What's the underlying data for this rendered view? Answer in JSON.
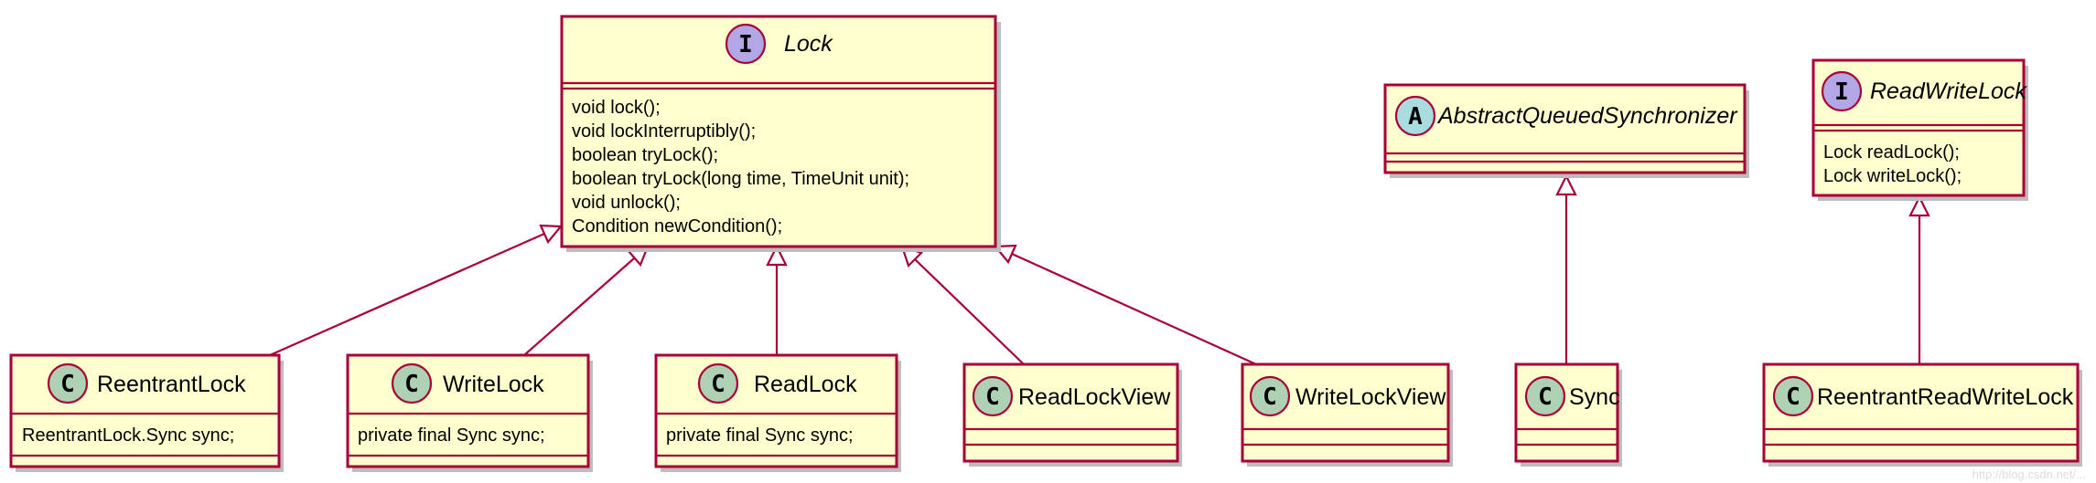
{
  "diagram": {
    "colors": {
      "box_fill": "#fefece",
      "border": "#a80036",
      "interface_badge": "#b4a7e5",
      "abstract_badge": "#a9dcdf",
      "class_badge": "#add1b2"
    },
    "lock": {
      "badge": "I",
      "name": "Lock",
      "methods": [
        "void lock();",
        "void lockInterruptibly();",
        "boolean tryLock();",
        "boolean tryLock(long time, TimeUnit unit);",
        "void unlock();",
        "Condition newCondition();"
      ]
    },
    "aqs": {
      "badge": "A",
      "name": "AbstractQueuedSynchronizer"
    },
    "rwl": {
      "badge": "I",
      "name": "ReadWriteLock",
      "methods": [
        "Lock readLock();",
        "Lock writeLock();"
      ]
    },
    "reentrant": {
      "badge": "C",
      "name": "ReentrantLock",
      "fields": [
        "ReentrantLock.Sync sync;"
      ]
    },
    "write_lock": {
      "badge": "C",
      "name": "WriteLock",
      "fields": [
        "private final Sync sync;"
      ]
    },
    "read_lock": {
      "badge": "C",
      "name": "ReadLock",
      "fields": [
        "private final Sync sync;"
      ]
    },
    "read_lock_view": {
      "badge": "C",
      "name": "ReadLockView"
    },
    "write_lock_view": {
      "badge": "C",
      "name": "WriteLockView"
    },
    "sync": {
      "badge": "C",
      "name": "Sync"
    },
    "rrwl": {
      "badge": "C",
      "name": "ReentrantReadWriteLock"
    },
    "watermark": "http://blog.csdn.net/..."
  }
}
